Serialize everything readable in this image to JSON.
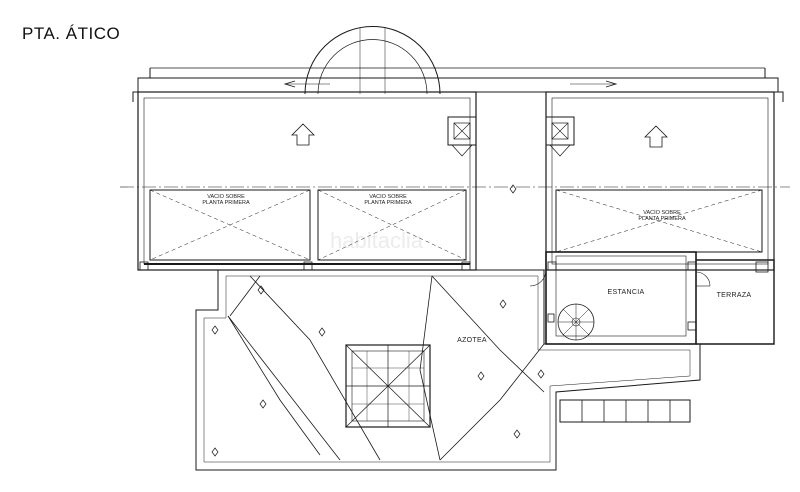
{
  "title": "PTA. ÁTICO",
  "labels": {
    "void_1": "VACIO SOBRE\nPLANTA PRIMERA",
    "void_2": "VACIO SOBRE\nPLANTA PRIMERA",
    "void_3": "VACIO SOBRE\nPLANTA PRIMERA",
    "estancia": "ESTANCIA",
    "terraza": "TERRAZA",
    "azotea": "AZOTEA"
  },
  "watermark": "habitaclia",
  "colors": {
    "line": "#1a1a1a",
    "background": "#ffffff"
  }
}
